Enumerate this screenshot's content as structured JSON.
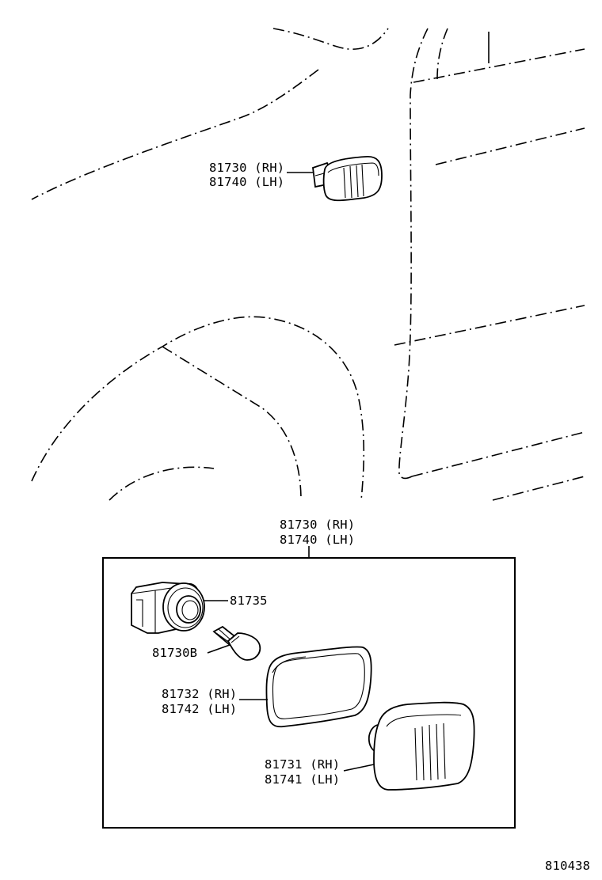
{
  "callouts": {
    "top_assembly_rh": "81730 (RH)",
    "top_assembly_lh": "81740 (LH)",
    "box_assembly_rh": "81730 (RH)",
    "box_assembly_lh": "81740 (LH)",
    "socket": "81735",
    "bulb": "81730B",
    "gasket_rh": "81732 (RH)",
    "gasket_lh": "81742 (LH)",
    "lens_rh": "81731 (RH)",
    "lens_lh": "81741 (LH)"
  },
  "figure_number": "810438"
}
